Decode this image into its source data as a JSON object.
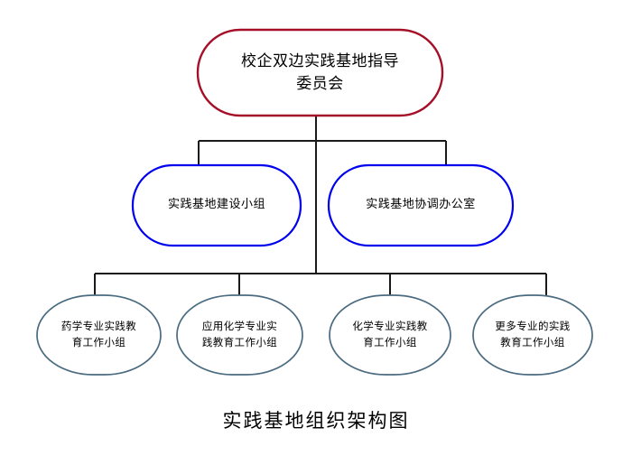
{
  "diagram": {
    "title_caption": "实践基地组织架构图",
    "colors": {
      "root_border": "#a51028",
      "mid_border": "#0000ee",
      "leaf_border": "#4a6b80",
      "connector": "#1a1a1a",
      "node_fill": "#ffffff",
      "text": "#000000",
      "background": "#ffffff"
    },
    "root": {
      "label": "校企双边实践基地指导\n委员会",
      "label_line1": "校企双边实践基地指导",
      "label_line2": "委员会",
      "shape": "rounded-rectangle",
      "border_color": "#a51028"
    },
    "level2": [
      {
        "label": "实践基地建设小组",
        "shape": "rounded-rectangle",
        "border_color": "#0000ee"
      },
      {
        "label": "实践基地协调办公室",
        "shape": "rounded-rectangle",
        "border_color": "#0000ee"
      }
    ],
    "level3": [
      {
        "label": "药学专业实践教\n育工作小组",
        "shape": "ellipse",
        "border_color": "#4a6b80"
      },
      {
        "label": "应用化学专业实\n践教育工作小组",
        "shape": "ellipse",
        "border_color": "#4a6b80"
      },
      {
        "label": "化学专业实践教\n育工作小组",
        "shape": "ellipse",
        "border_color": "#4a6b80"
      },
      {
        "label": "更多专业的实践\n教育工作小组",
        "shape": "ellipse",
        "border_color": "#4a6b80"
      }
    ]
  }
}
